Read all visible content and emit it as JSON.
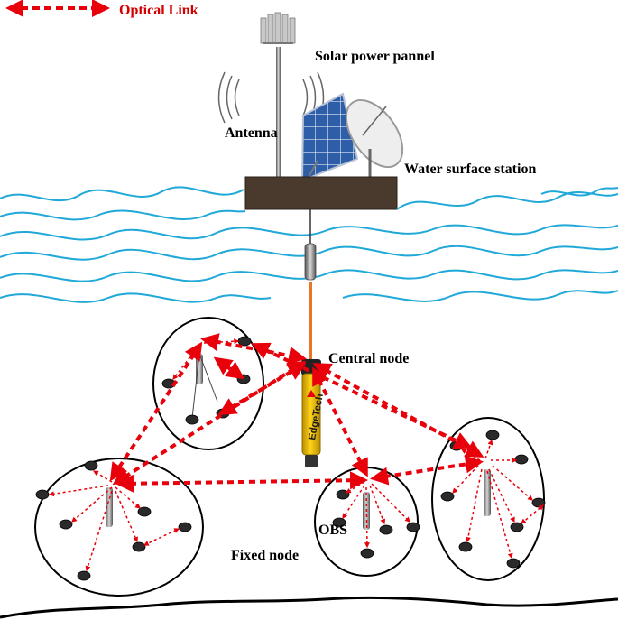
{
  "legend": {
    "label": "Optical Link"
  },
  "labels": {
    "solar": "Solar power pannel",
    "antenna": "Antenna",
    "water_station": "Water surface station",
    "central_node": "Central node",
    "fixed_node": "Fixed node",
    "obs": "OBS",
    "device_brand": "EdgeTech"
  },
  "colors": {
    "optical_link": "#e8000b",
    "water": "#1fa8d8",
    "seabed": "#000000",
    "buoy_yellow": "#f2c200",
    "tether": "#e8752a",
    "platform": "#4a3a2e",
    "solar_panel": "#2f5ea8"
  }
}
